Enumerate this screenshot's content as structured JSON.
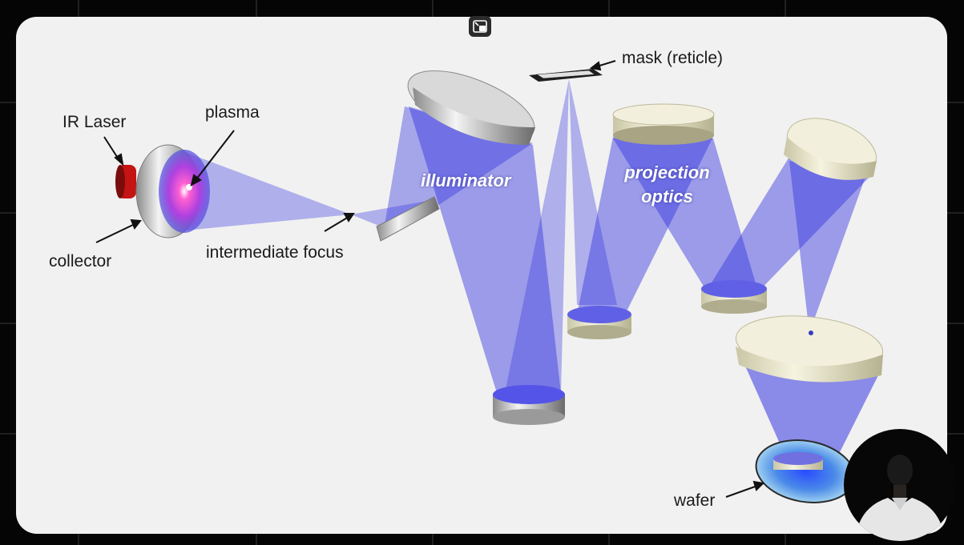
{
  "labels": {
    "ir_laser": "IR Laser",
    "plasma": "plasma",
    "collector": "collector",
    "intermediate_focus": "intermediate focus",
    "mask": "mask (reticle)",
    "illuminator": "illuminator",
    "projection_line1": "projection",
    "projection_line2": "optics",
    "wafer": "wafer"
  },
  "icons": {
    "pip_button": "picture-in-picture-exit-icon",
    "webcam": "presenter-webcam-avatar"
  },
  "colors": {
    "background": "#050505",
    "card": "#f1f1f1",
    "beam": "#3a3ae0",
    "mirror_silver": "#c9c9c9",
    "lens_cream": "#ecead3",
    "laser_red": "#d01818",
    "plasma_pink": "#ff40c0"
  }
}
